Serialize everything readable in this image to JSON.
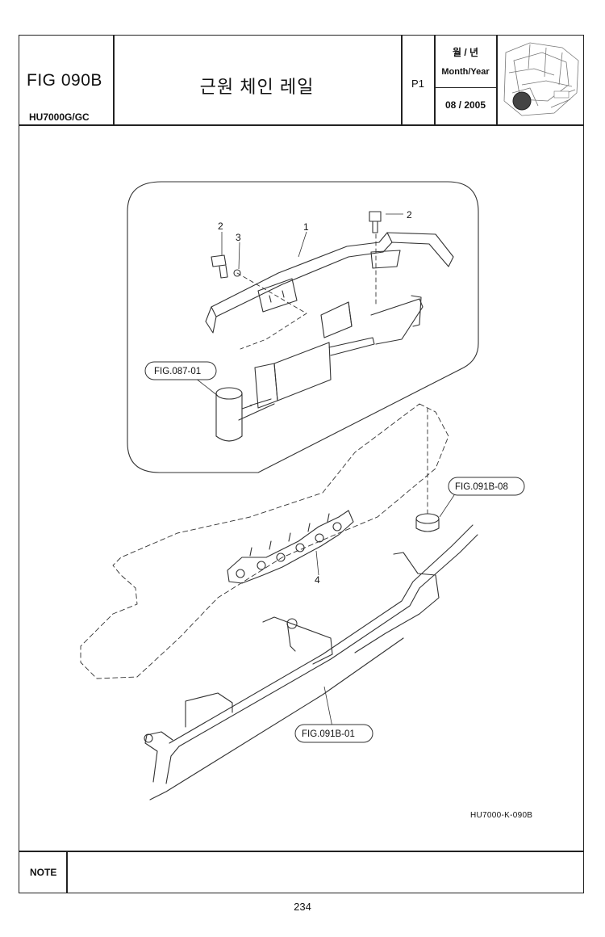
{
  "header": {
    "figure_number": "FIG 090B",
    "model": "HU7000G/GC",
    "title": "근원 체인 레일",
    "page": "P1",
    "month_year_label_kr": "월 / 년",
    "month_year_label_en": "Month/Year",
    "date": "08 / 2005"
  },
  "diagram": {
    "callouts": [
      "1",
      "2",
      "2",
      "3",
      "4"
    ],
    "references": [
      "FIG.087-01",
      "FIG.091B-08",
      "FIG.091B-01"
    ],
    "drawing_code": "HU7000-K-090B"
  },
  "footer": {
    "note_label": "NOTE",
    "page_number": "234"
  }
}
